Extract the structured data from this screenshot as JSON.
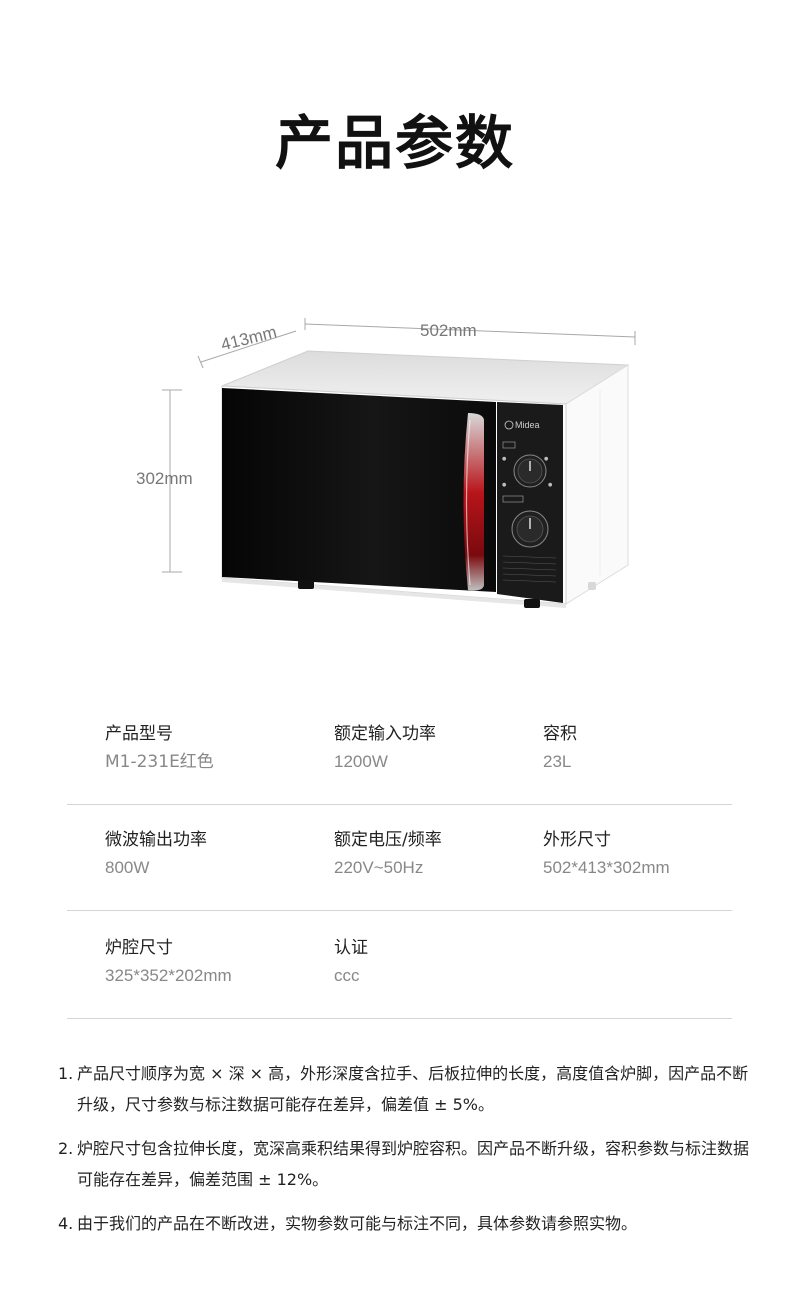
{
  "title": "产品参数",
  "dimensions": {
    "width": "502mm",
    "depth": "413mm",
    "height": "302mm"
  },
  "product": {
    "brand": "Midea"
  },
  "specs": [
    [
      {
        "label": "产品型号",
        "value": "M1-231E红色"
      },
      {
        "label": "额定输入功率",
        "value": "1200W"
      },
      {
        "label": "容积",
        "value": "23L"
      }
    ],
    [
      {
        "label": "微波输出功率",
        "value": "800W"
      },
      {
        "label": "额定电压/频率",
        "value": "220V~50Hz"
      },
      {
        "label": "外形尺寸",
        "value": "502*413*302mm"
      }
    ],
    [
      {
        "label": "炉腔尺寸",
        "value": "325*352*202mm"
      },
      {
        "label": "认证",
        "value": "ccc"
      }
    ]
  ],
  "notes": [
    {
      "num": "1.",
      "text": "产品尺寸顺序为宽 × 深 × 高，外形深度含拉手、后板拉伸的长度，高度值含炉脚，因产品不断升级，尺寸参数与标注数据可能存在差异，偏差值 ± 5%。"
    },
    {
      "num": "2.",
      "text": "炉腔尺寸包含拉伸长度，宽深高乘积结果得到炉腔容积。因产品不断升级，容积参数与标注数据可能存在差异，偏差范围 ± 12%。"
    },
    {
      "num": "4.",
      "text": "由于我们的产品在不断改进，实物参数可能与标注不同，具体参数请参照实物。"
    }
  ],
  "colors": {
    "door": "#0b0b0b",
    "body": "#f4f4f4",
    "handle_accent": "#b8141b",
    "divider": "#d4d4d4"
  }
}
